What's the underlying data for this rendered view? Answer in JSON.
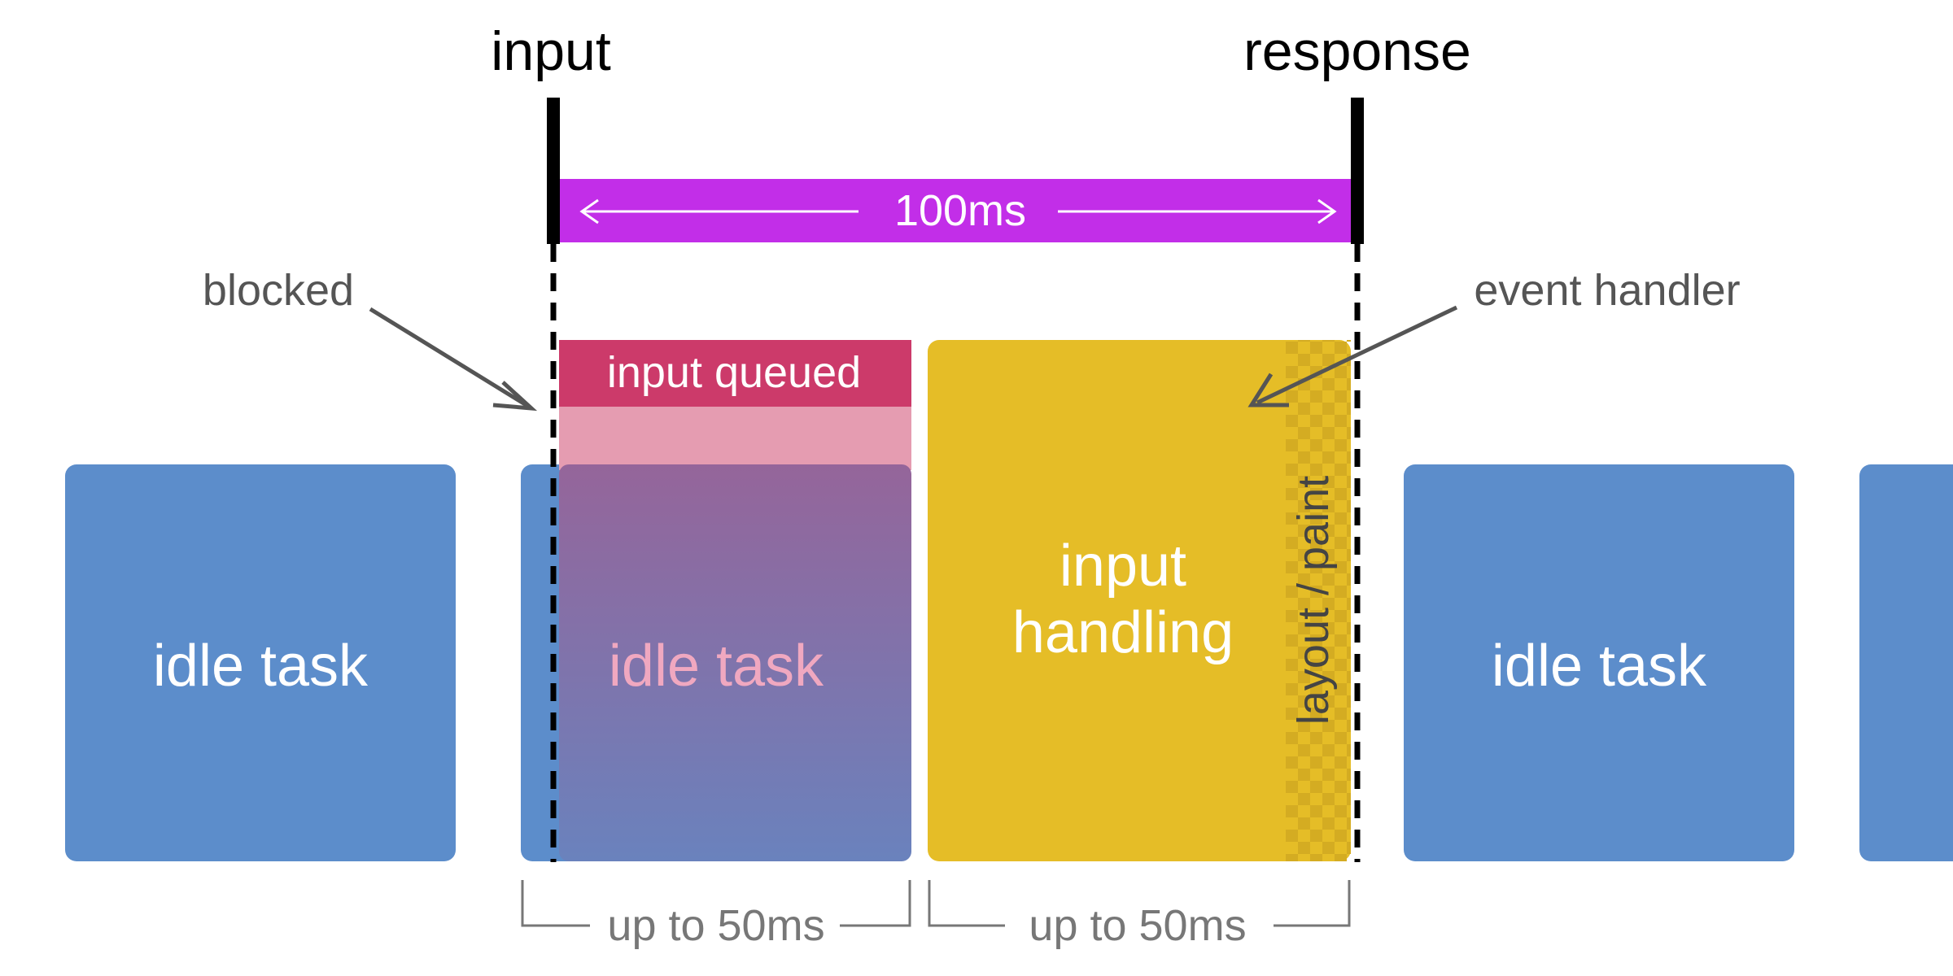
{
  "markers": {
    "input": "input",
    "response": "response"
  },
  "duration": {
    "label": "100ms",
    "color": "#c22ee8"
  },
  "annotations": {
    "blocked": "blocked",
    "event_handler": "event handler"
  },
  "queue": {
    "label": "input queued",
    "color": "#cc3a6a",
    "light_color": "#e59cb1"
  },
  "tasks": [
    {
      "label": "idle task",
      "color": "#5c8dcb"
    },
    {
      "label": "idle task",
      "color": "#5c8dcb"
    },
    {
      "label": "input\nhandling",
      "line1": "input",
      "line2": "handling",
      "color": "#e5bd27"
    },
    {
      "label": "idle task",
      "color": "#5c8dcb"
    }
  ],
  "layout_paint": "layout / paint",
  "braces": [
    {
      "label": "up to 50ms"
    },
    {
      "label": "up to 50ms"
    }
  ]
}
